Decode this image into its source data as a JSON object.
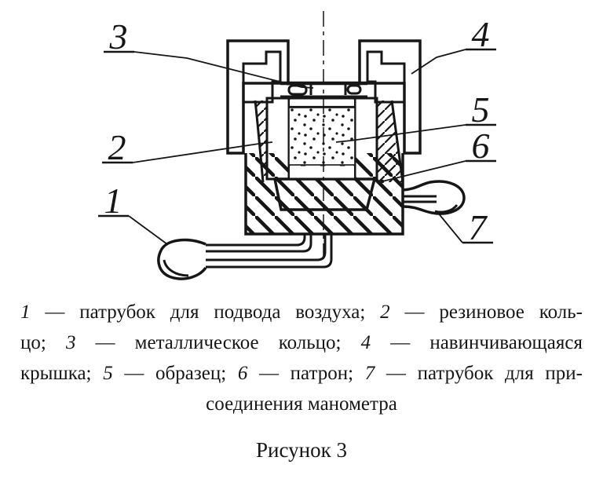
{
  "page": {
    "ink_color": "#161616",
    "paper_color": "#ffffff"
  },
  "drawing": {
    "callouts": {
      "c1": "1",
      "c2": "2",
      "c3": "3",
      "c4": "4",
      "c5": "5",
      "c6": "6",
      "c7": "7"
    }
  },
  "caption": {
    "lines": [
      "1 — патрубок для подвода воздуха; 2 — резиновое коль-",
      "цо; 3 — металлическое кольцо; 4 — навинчивающаяся",
      "крышка; 5 — образец; 6 — патрон; 7 — патрубок для при-",
      "соединения манометра"
    ]
  },
  "figure_label": "Рисунок 3"
}
